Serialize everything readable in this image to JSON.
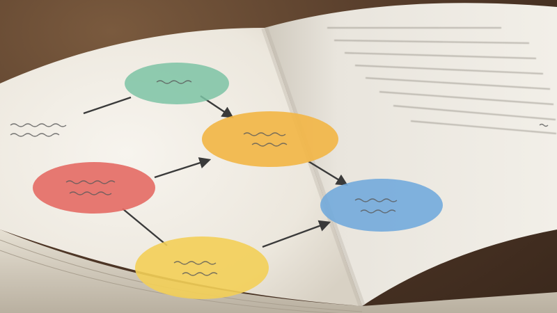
{
  "scene": {
    "description_visible": false,
    "colors": {
      "background_wood": "#4e3626",
      "page": "#f4f1ea",
      "page_shadow": "#d8d2c6",
      "arrow": "#3a3a3a",
      "node_green": "#7cc3a4",
      "node_orange": "#f2b648",
      "node_red": "#e46a64",
      "node_blue": "#6fa9dc",
      "node_yellow": "#f3cf58",
      "scribble": "#5a5a5a"
    }
  },
  "diagram": {
    "nodes": [
      {
        "id": "green",
        "color_key": "node_green",
        "text": ""
      },
      {
        "id": "orange",
        "color_key": "node_orange",
        "text": ""
      },
      {
        "id": "red",
        "color_key": "node_red",
        "text": ""
      },
      {
        "id": "blue",
        "color_key": "node_blue",
        "text": ""
      },
      {
        "id": "yellow",
        "color_key": "node_yellow",
        "text": ""
      }
    ],
    "side_note": ""
  }
}
